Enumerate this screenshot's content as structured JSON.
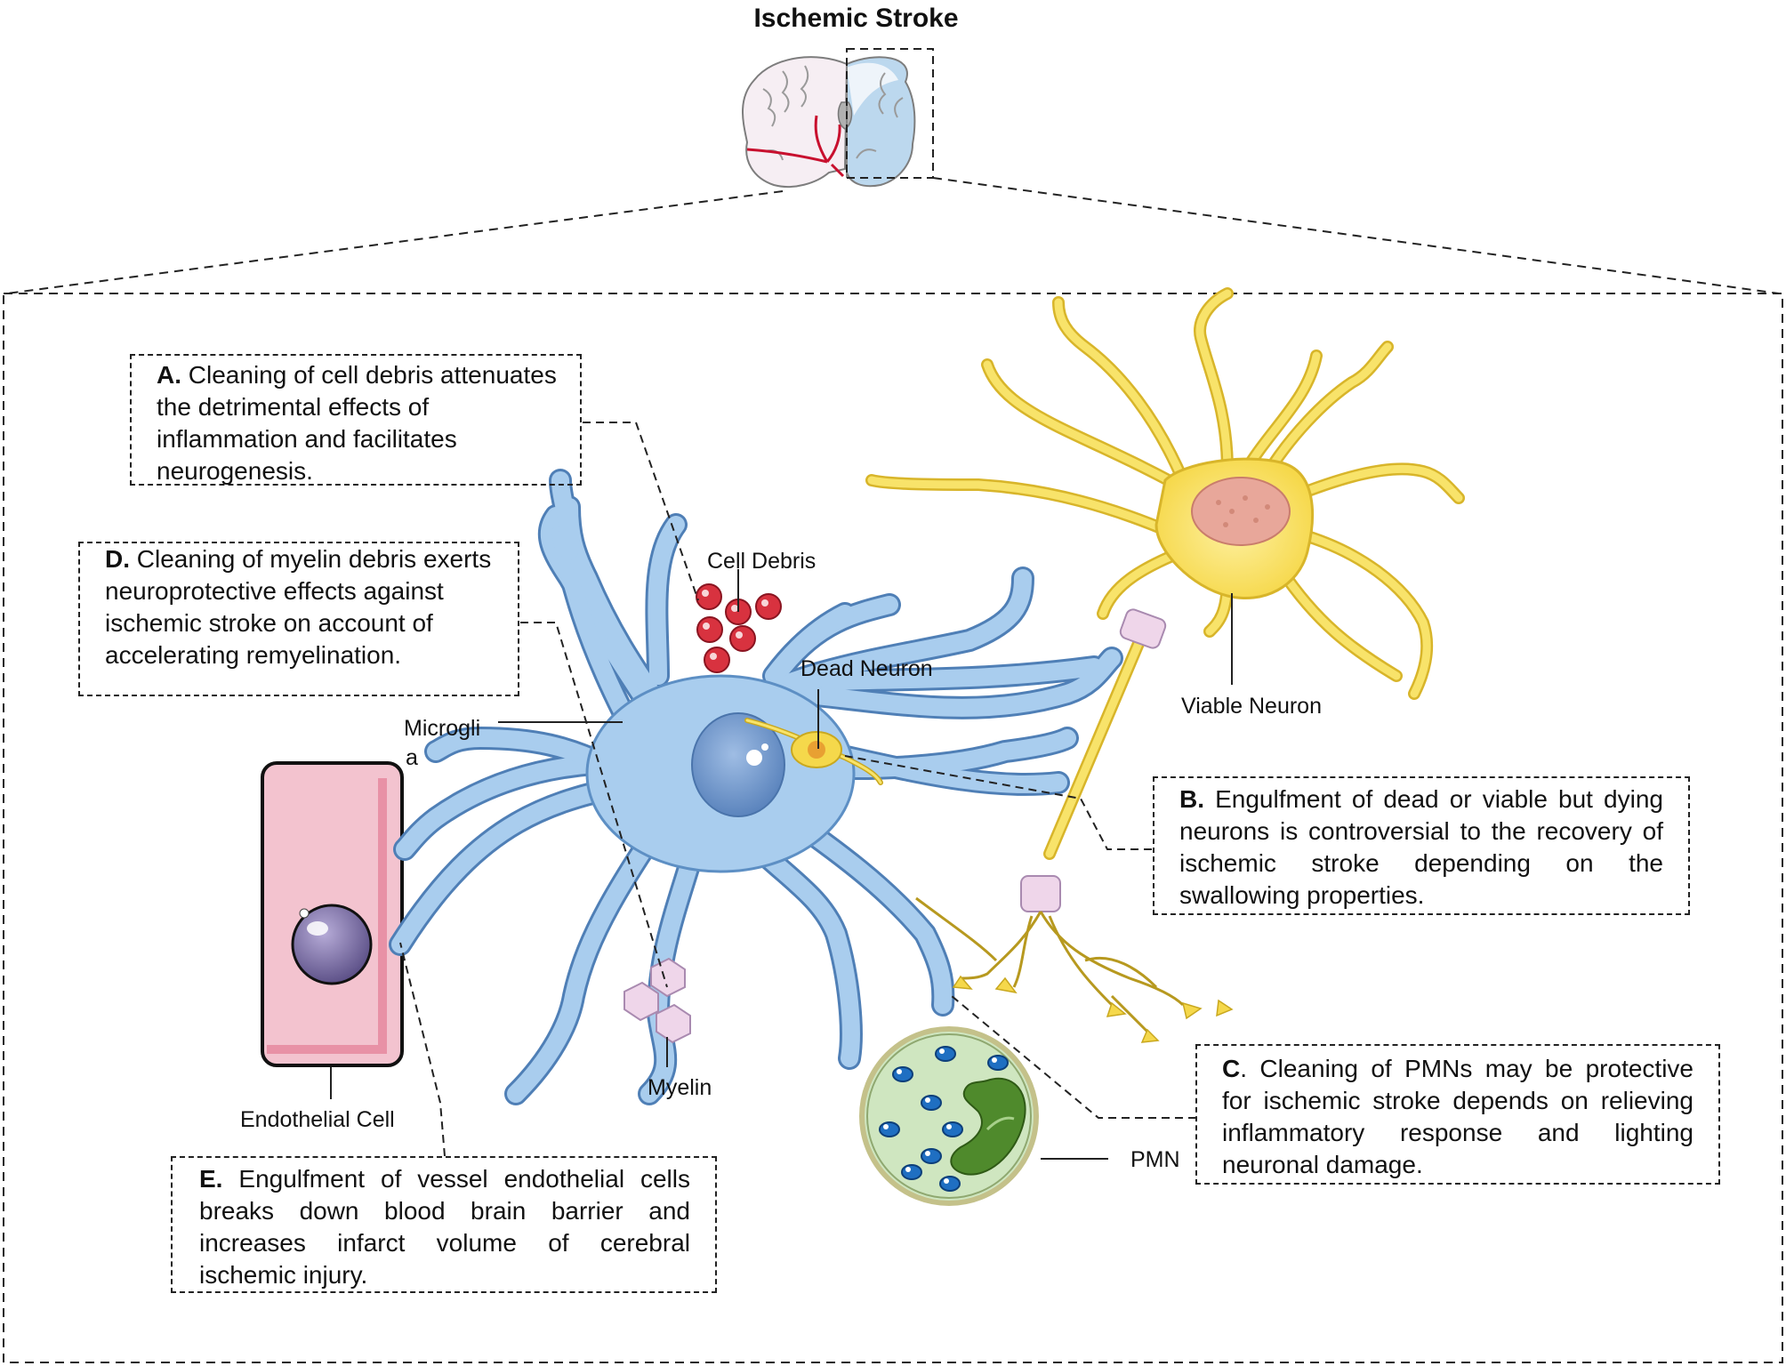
{
  "title": "Ischemic Stroke",
  "labels": {
    "cell_debris": "Cell Debris",
    "dead_neuron": "Dead Neuron",
    "viable_neuron": "Viable Neuron",
    "microglia_line1": "Microgli",
    "microglia_line2": "a",
    "endothelial_cell": "Endothelial Cell",
    "myelin": "Myelin",
    "pmn": "PMN"
  },
  "boxes": {
    "a": {
      "letter": "A.",
      "text": " Cleaning of cell debris attenuates the detrimental effects of inflammation and facilitates neurogenesis."
    },
    "b": {
      "letter": "B.",
      "text": " Engulfment of dead or viable but dying neurons is controversial to the recovery of ischemic stroke depending on the swallowing properties."
    },
    "c": {
      "letter": "C",
      "text": ". Cleaning of PMNs may be protective for ischemic stroke depends on relieving inflammatory response and lighting neuronal damage."
    },
    "d": {
      "letter": "D.",
      "text": " Cleaning of myelin debris exerts neuroprotective effects against ischemic stroke on account of accelerating remyelination."
    },
    "e": {
      "letter": "E.",
      "text": " Engulfment of vessel endothelial cells breaks down blood brain barrier and increases infarct volume of cerebral ischemic injury."
    }
  },
  "colors": {
    "microglia": "#a9cdee",
    "microglia_outline": "#5d8fc4",
    "neuron": "#f8e36a",
    "neuron_outline": "#d8b52a",
    "endothelial": "#f4c6d0",
    "nucleus_purple": "#7b6ea6",
    "debris_red": "#d8323f",
    "pmn_green": "#cfe6c0",
    "pmn_nucleus": "#4f8a2c"
  }
}
